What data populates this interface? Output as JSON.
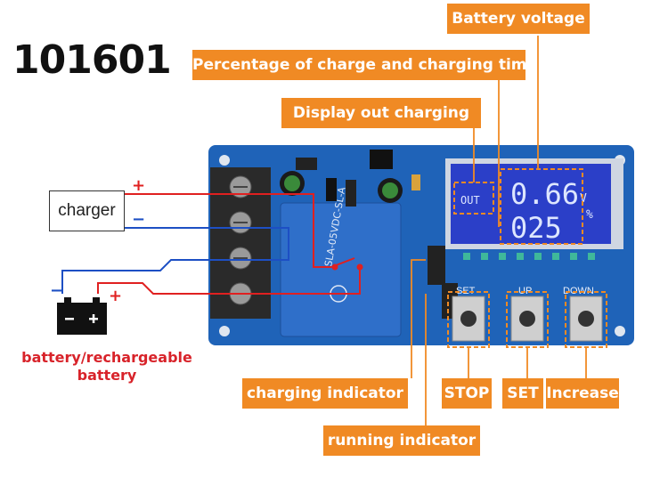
{
  "product_code": "101601",
  "labels": {
    "battery_voltage": "Battery voltage",
    "percentage_time": "Percentage of charge and charging time",
    "display_out": "Display out charging",
    "charging_indicator": "charging indicator",
    "running_indicator": "running indicator",
    "stop": "STOP",
    "set": "SET",
    "increase": "Increase"
  },
  "charger": "charger",
  "battery_caption_line1": "battery/rechargeable",
  "battery_caption_line2": "battery",
  "polarity": {
    "plus": "+",
    "minus": "−"
  },
  "board": {
    "buttons": [
      "SET",
      "UP",
      "DOWN"
    ],
    "lcd": {
      "out": "OUT",
      "row1": "0.66",
      "row1_unit": "V",
      "row2": "025",
      "row2_unit": "%"
    },
    "relay_text": "SLA-05VDC-SL-A"
  },
  "colors": {
    "accent": "#f08a24",
    "pcb": "#1f63b8",
    "relay": "#2f6fc9",
    "lcd": "#2b3fc8",
    "wire_red": "#e02020",
    "wire_blue": "#1d4fc4",
    "caption_red": "#d8232a"
  }
}
